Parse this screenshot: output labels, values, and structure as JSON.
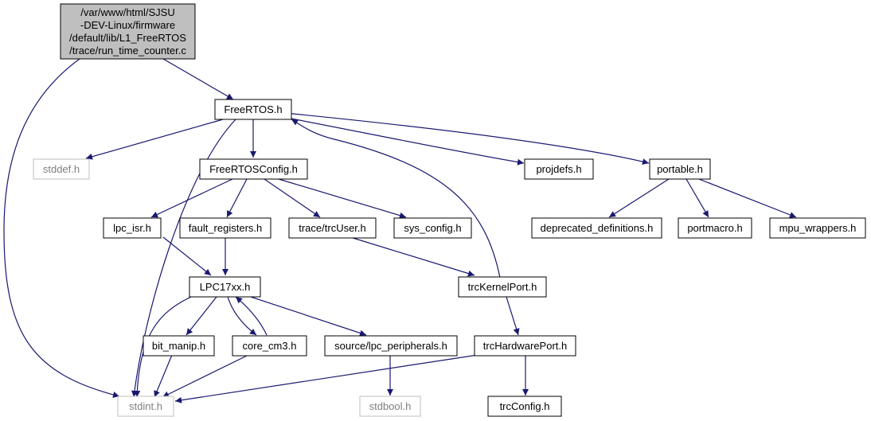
{
  "colors": {
    "edge": "#191970",
    "node_border": "#000000",
    "missing_border": "#bfbfbf",
    "root_fill": "#bfbfbf",
    "muted_text": "#7f7f7f"
  },
  "nodes": {
    "root": {
      "lines": [
        "/var/www/html/SJSU",
        "-DEV-Linux/firmware",
        "/default/lib/L1_FreeRTOS",
        "/trace/run_time_counter.c"
      ]
    },
    "freertos": "FreeRTOS.h",
    "stddef": "stddef.h",
    "freertosconfig": "FreeRTOSConfig.h",
    "projdefs": "projdefs.h",
    "portable": "portable.h",
    "lpc_isr": "lpc_isr.h",
    "fault_registers": "fault_registers.h",
    "trcuser": "trace/trcUser.h",
    "sys_config": "sys_config.h",
    "deprecated": "deprecated_definitions.h",
    "portmacro": "portmacro.h",
    "mpu_wrappers": "mpu_wrappers.h",
    "lpc17xx": "LPC17xx.h",
    "trckernelport": "trcKernelPort.h",
    "bit_manip": "bit_manip.h",
    "core_cm3": "core_cm3.h",
    "lpc_peripherals": "source/lpc_peripherals.h",
    "trchardwareport": "trcHardwarePort.h",
    "stdint": "stdint.h",
    "stdbool": "stdbool.h",
    "trcconfig": "trcConfig.h"
  }
}
